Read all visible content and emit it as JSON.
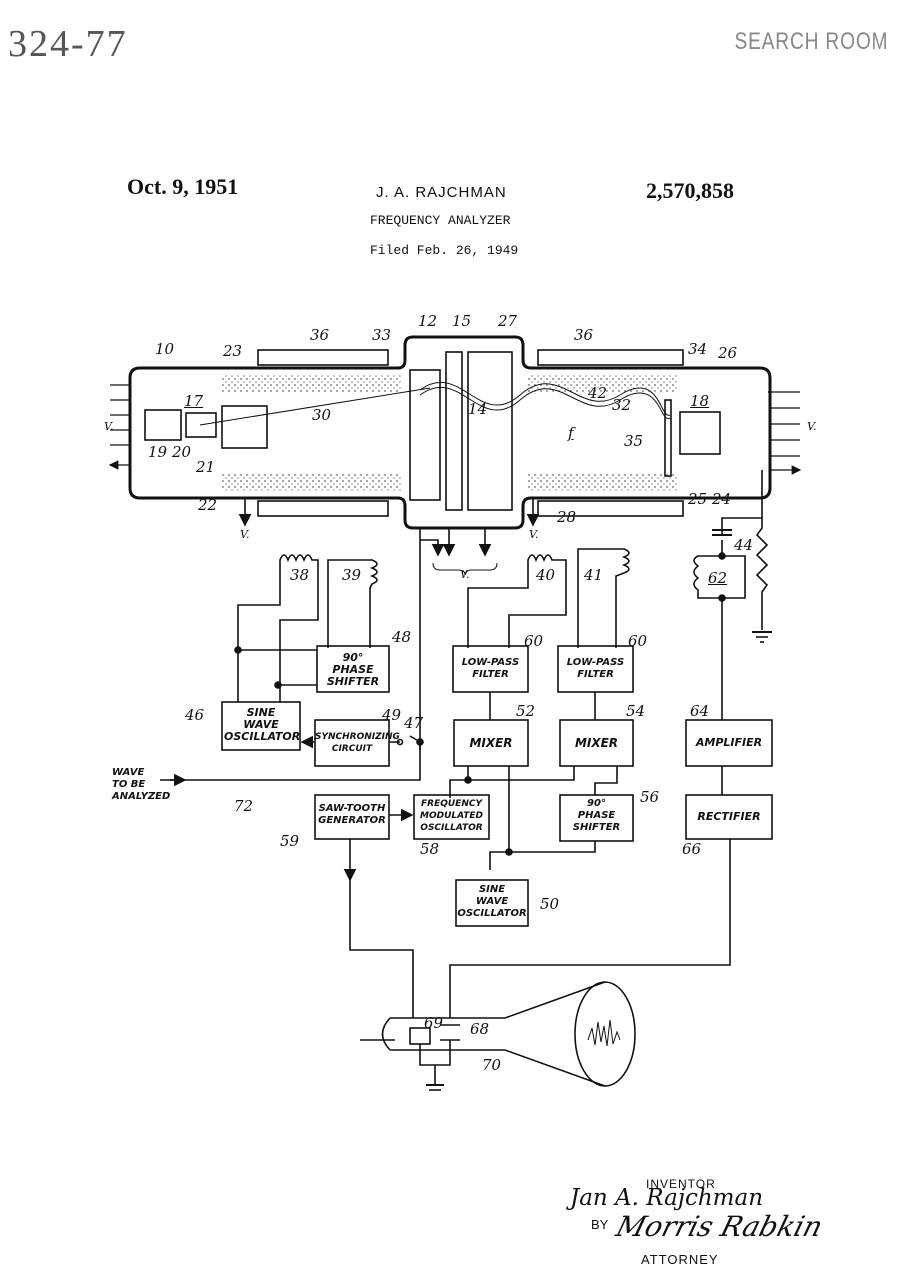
{
  "header": {
    "stamp_number": "324-77",
    "stamp_room": "SEARCH ROOM",
    "date": "Oct. 9, 1951",
    "inventor_name": "J. A. RAJCHMAN",
    "patent_number": "2,570,858",
    "title": "FREQUENCY ANALYZER",
    "filed": "Filed Feb. 26, 1949"
  },
  "figure": {
    "ref_numerals": {
      "n10": "10",
      "n12": "12",
      "n14": "14",
      "n15": "15",
      "n17": "17",
      "n18": "18",
      "n19": "19",
      "n20": "20",
      "n21": "21",
      "n22": "22",
      "n23": "23",
      "n24": "24",
      "n25": "25",
      "n26": "26",
      "n27": "27",
      "n28": "28",
      "n30": "30",
      "n32": "32",
      "n33": "33",
      "n34": "34",
      "n35": "35",
      "n36a": "36",
      "n36b": "36",
      "n38": "38",
      "n39": "39",
      "n40": "40",
      "n41": "41",
      "n42": "42",
      "n44": "44",
      "n46": "46",
      "n47": "47",
      "n48": "48",
      "n49": "49",
      "n50": "50",
      "n52": "52",
      "n54": "54",
      "n56": "56",
      "n58": "58",
      "n59": "59",
      "n60a": "60",
      "n60b": "60",
      "n62": "62",
      "n64": "64",
      "n66": "66",
      "n68": "68",
      "n69": "69",
      "n70": "70",
      "n72": "72",
      "f": "f"
    },
    "voltage_label": "V.",
    "input_label": [
      "WAVE",
      "TO BE",
      "ANALYZED"
    ],
    "blocks": {
      "phase_shifter_48": [
        "90°",
        "PHASE",
        "SHIFTER"
      ],
      "sine_osc_46": [
        "SINE",
        "WAVE",
        "OSCILLATOR"
      ],
      "sync_circuit_49": [
        "SYNCHRONIZING",
        "CIRCUIT"
      ],
      "lpf_1": [
        "LOW-PASS",
        "FILTER"
      ],
      "lpf_2": [
        "LOW-PASS",
        "FILTER"
      ],
      "mixer_52": [
        "MIXER"
      ],
      "mixer_54": [
        "MIXER"
      ],
      "amplifier_64": [
        "AMPLIFIER"
      ],
      "rectifier_66": [
        "RECTIFIER"
      ],
      "sawtooth_59": [
        "SAW-TOOTH",
        "GENERATOR"
      ],
      "fmo_58": [
        "FREQUENCY",
        "MODULATED",
        "OSCILLATOR"
      ],
      "phase_shifter_56": [
        "90°",
        "PHASE",
        "SHIFTER"
      ],
      "sine_osc_50": [
        "SINE",
        "WAVE",
        "OSCILLATOR"
      ]
    }
  },
  "signature": {
    "inventor_caption": "INVENTOR",
    "inventor_signature": "Jan A. Rajchman",
    "by": "BY",
    "attorney_signature": "Morris Rabkin",
    "attorney_caption": "ATTORNEY"
  }
}
